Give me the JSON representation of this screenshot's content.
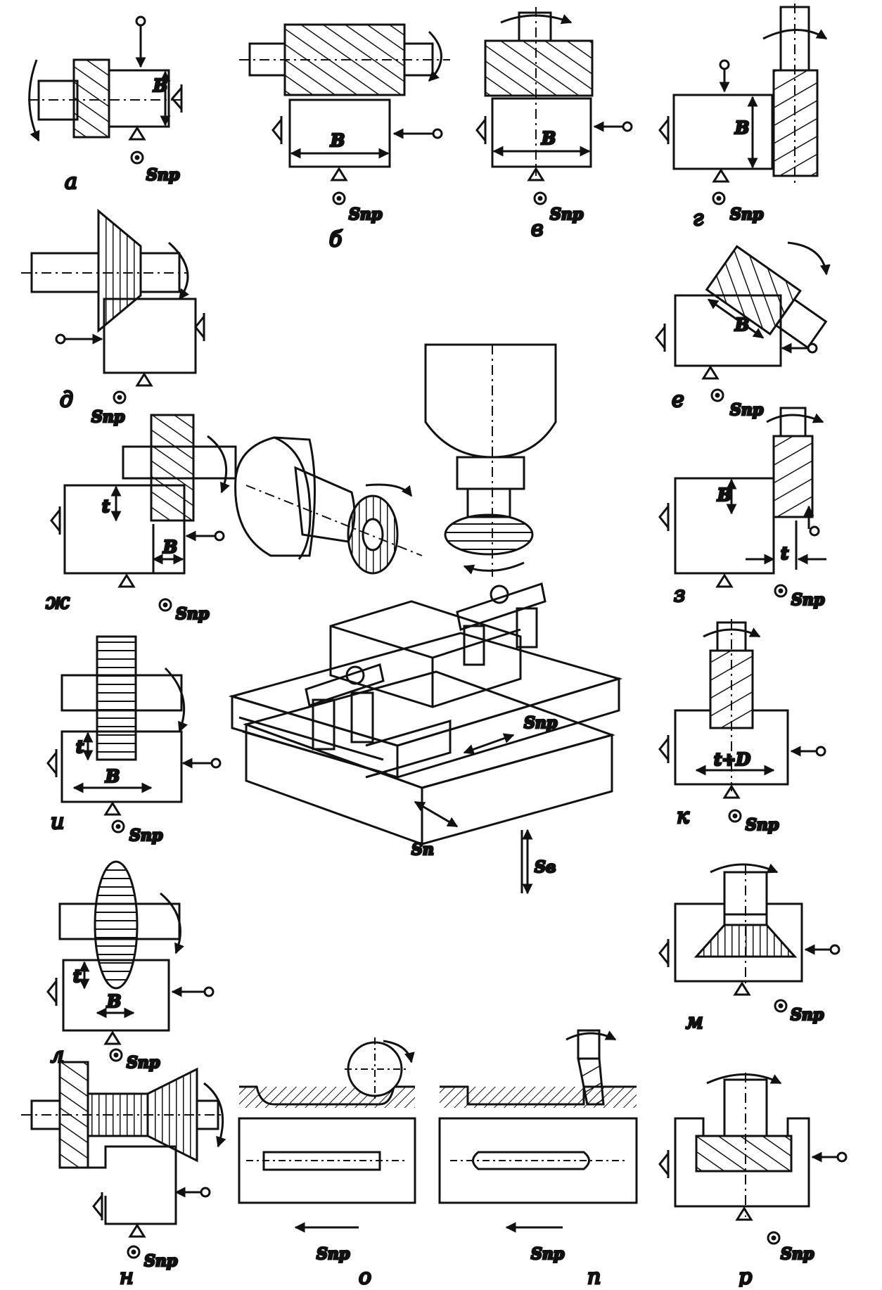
{
  "figure": {
    "caption_labels": [
      "а",
      "б",
      "в",
      "г",
      "д",
      "е",
      "ж",
      "з",
      "и",
      "к",
      "л",
      "м",
      "н",
      "о",
      "п",
      "р"
    ],
    "dims": {
      "B": "B",
      "t": "t",
      "tD": "t+D"
    },
    "feeds": {
      "spr": "Sпр",
      "sp": "Sп",
      "sv": "Sв"
    }
  }
}
